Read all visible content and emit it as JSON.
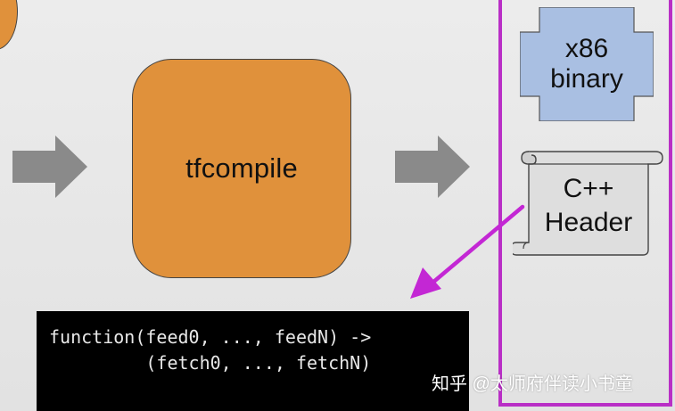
{
  "diagram": {
    "compile_box_label": "tfcompile",
    "binary_label_line1": "x86",
    "binary_label_line2": "binary",
    "header_label_line1": "C++",
    "header_label_line2": "Header",
    "code_line1": "function(feed0, ..., feedN) ->",
    "code_line2": "         (fetch0, ..., fetchN)"
  },
  "watermark": "知乎 @太师府伴读小书童",
  "colors": {
    "compile_box": "#e0913b",
    "binary_box": "#a9bfe2",
    "header_scroll": "#dedede",
    "highlight_frame": "#b92fc6",
    "arrows": "#8a8a8a",
    "code_background": "#000000"
  }
}
